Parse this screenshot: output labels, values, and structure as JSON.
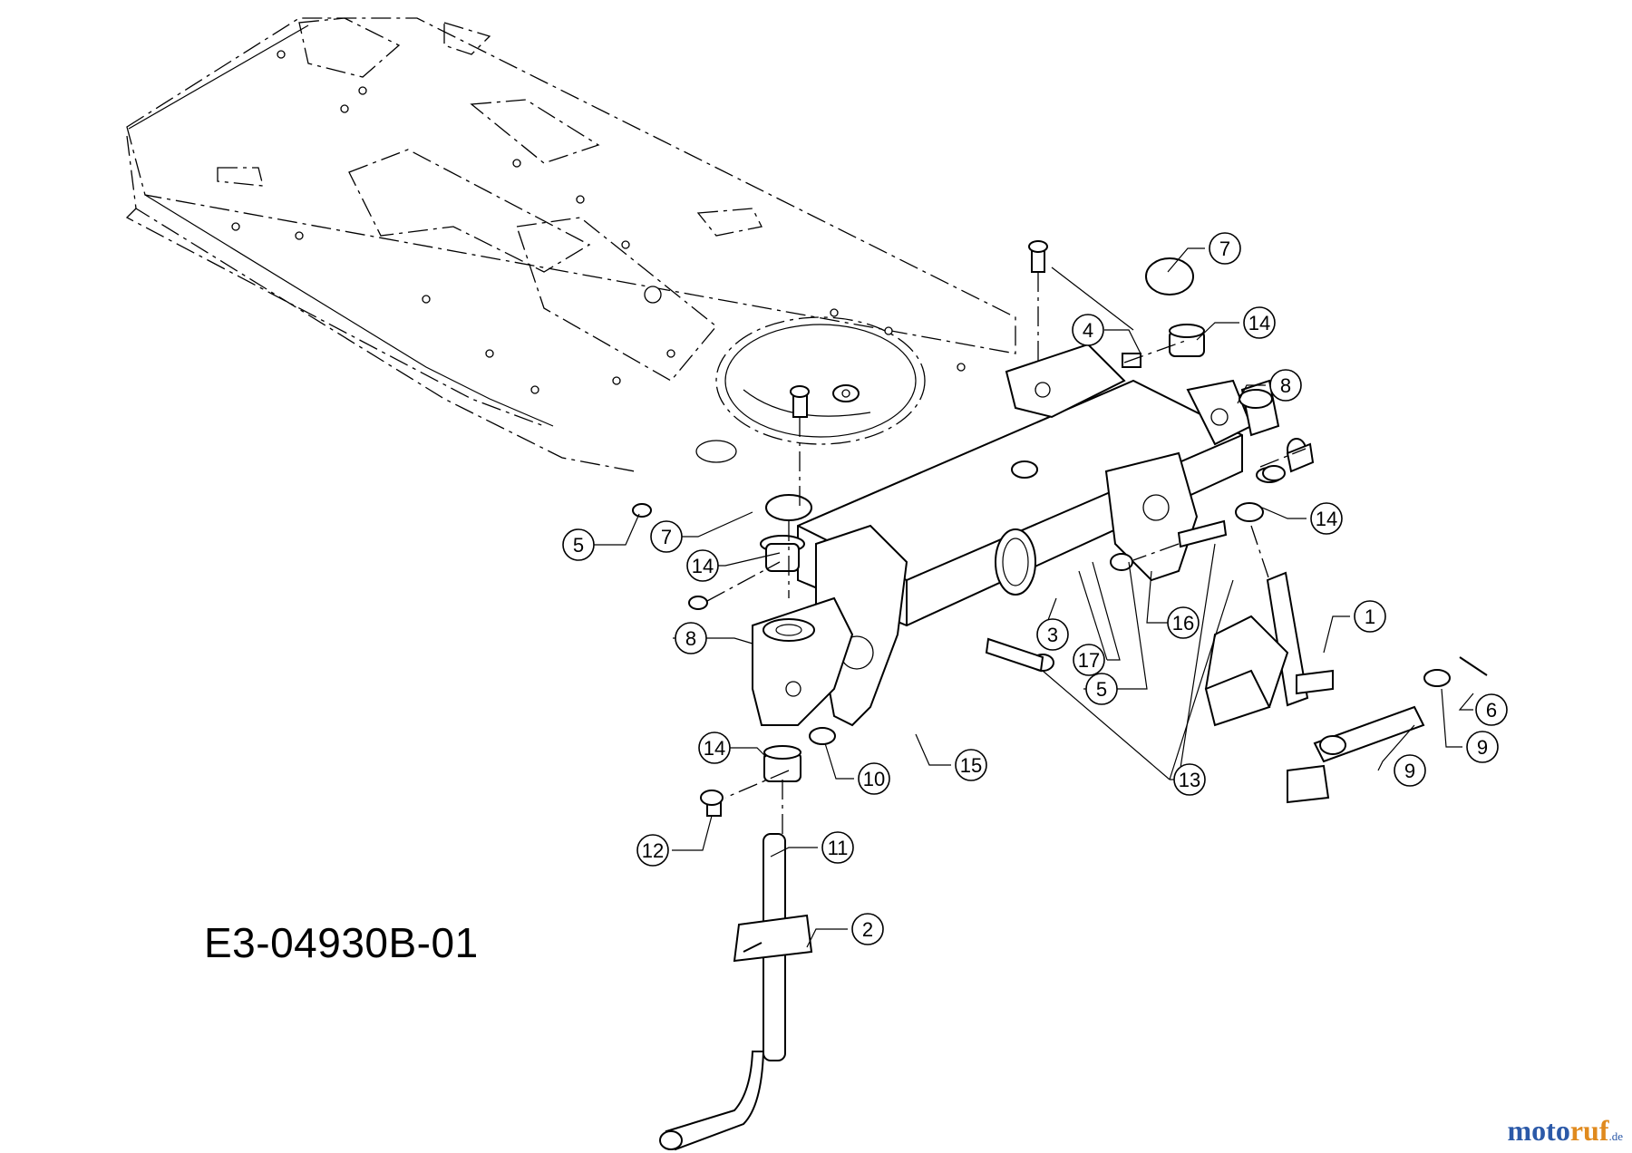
{
  "diagram_code": "E3-04930B-01",
  "watermark": {
    "part1": "moto",
    "part2": "ruf",
    "part3": ".de"
  },
  "callouts": [
    {
      "id": "c1",
      "label": "1"
    },
    {
      "id": "c2",
      "label": "2"
    },
    {
      "id": "c3",
      "label": "3"
    },
    {
      "id": "c4",
      "label": "4"
    },
    {
      "id": "c5a",
      "label": "5"
    },
    {
      "id": "c5b",
      "label": "5"
    },
    {
      "id": "c6",
      "label": "6"
    },
    {
      "id": "c7a",
      "label": "7"
    },
    {
      "id": "c7b",
      "label": "7"
    },
    {
      "id": "c8a",
      "label": "8"
    },
    {
      "id": "c8b",
      "label": "8"
    },
    {
      "id": "c9a",
      "label": "9"
    },
    {
      "id": "c9b",
      "label": "9"
    },
    {
      "id": "c10",
      "label": "10"
    },
    {
      "id": "c11",
      "label": "11"
    },
    {
      "id": "c12",
      "label": "12"
    },
    {
      "id": "c13",
      "label": "13"
    },
    {
      "id": "c14a",
      "label": "14"
    },
    {
      "id": "c14b",
      "label": "14"
    },
    {
      "id": "c14c",
      "label": "14"
    },
    {
      "id": "c14d",
      "label": "14"
    },
    {
      "id": "c15",
      "label": "15"
    },
    {
      "id": "c16",
      "label": "16"
    },
    {
      "id": "c17",
      "label": "17"
    }
  ]
}
